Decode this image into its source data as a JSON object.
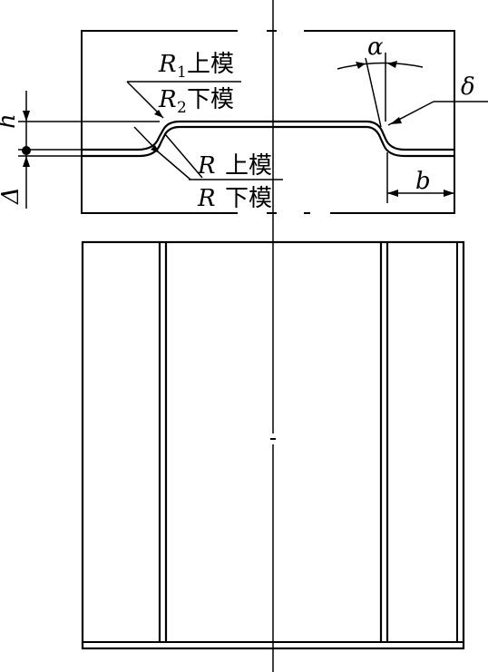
{
  "labels": {
    "r1": "R",
    "r1_sub": "1",
    "r1_text": "上模",
    "r2": "R",
    "r2_sub": "2",
    "r2_text": "下模",
    "r_upper": "R",
    "r_upper_text": "上模",
    "r_lower": "R",
    "r_lower_text": "下模",
    "alpha": "α",
    "delta": "δ",
    "h": "h",
    "gap": "Δ",
    "b": "b"
  }
}
